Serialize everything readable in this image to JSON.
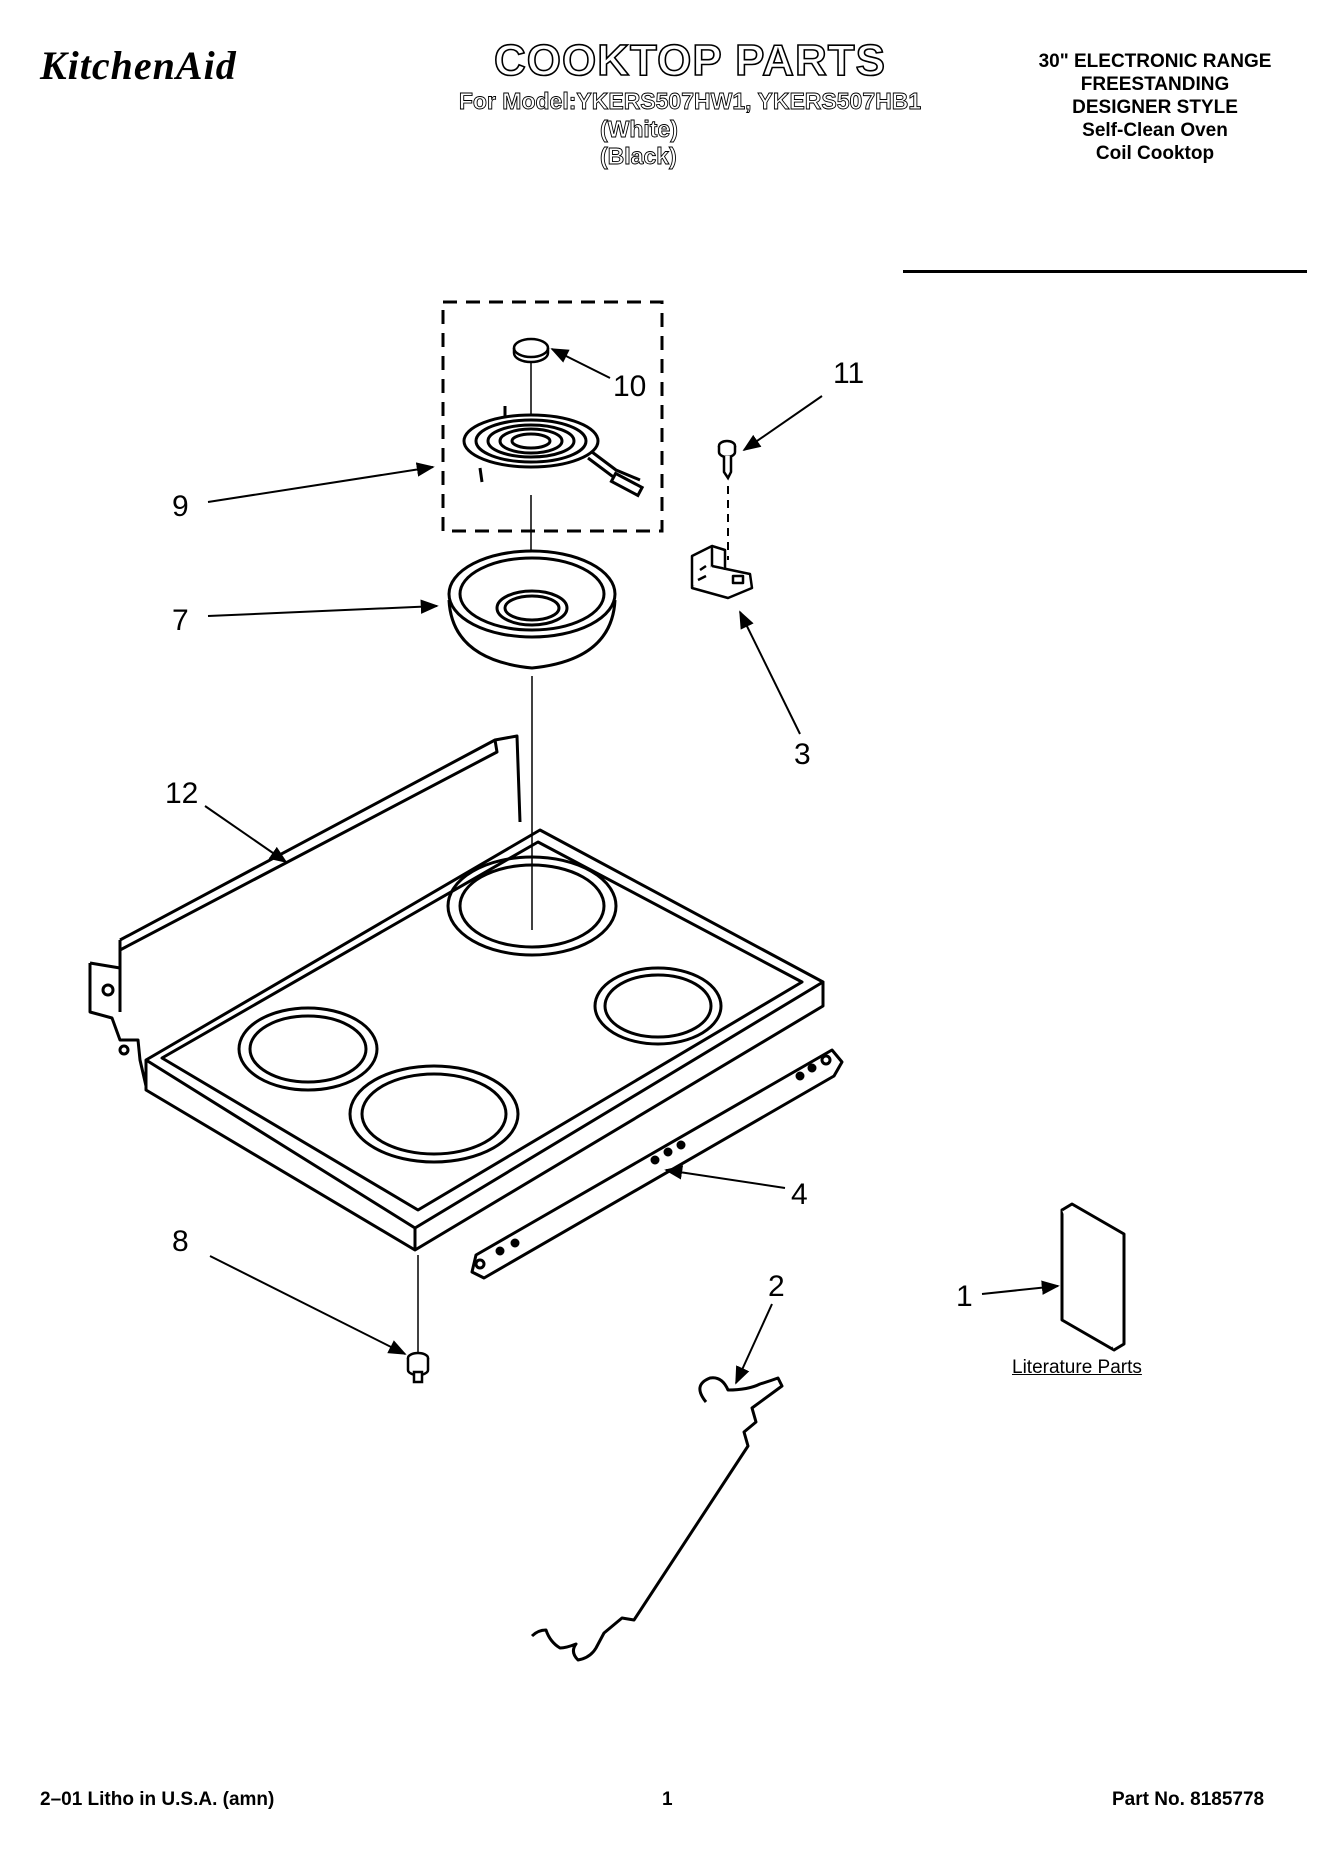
{
  "header": {
    "brand": "KitchenAid",
    "title": "COOKTOP PARTS",
    "model_line": "For Model:YKERS507HW1, YKERS507HB1",
    "variant_white": "(White)",
    "variant_black": "(Black)",
    "description": [
      "30\" ELECTRONIC RANGE",
      "FREESTANDING",
      "DESIGNER STYLE",
      "Self-Clean Oven",
      "Coil Cooktop"
    ]
  },
  "callouts": {
    "c1": "1",
    "c2": "2",
    "c3": "3",
    "c4": "4",
    "c7": "7",
    "c8": "8",
    "c9": "9",
    "c10": "10",
    "c11": "11",
    "c12": "12"
  },
  "literature_label": "Literature Parts",
  "footer": {
    "litho": "2–01 Litho in U.S.A. (amn)",
    "page": "1",
    "part_no": "Part No. 8185778"
  }
}
